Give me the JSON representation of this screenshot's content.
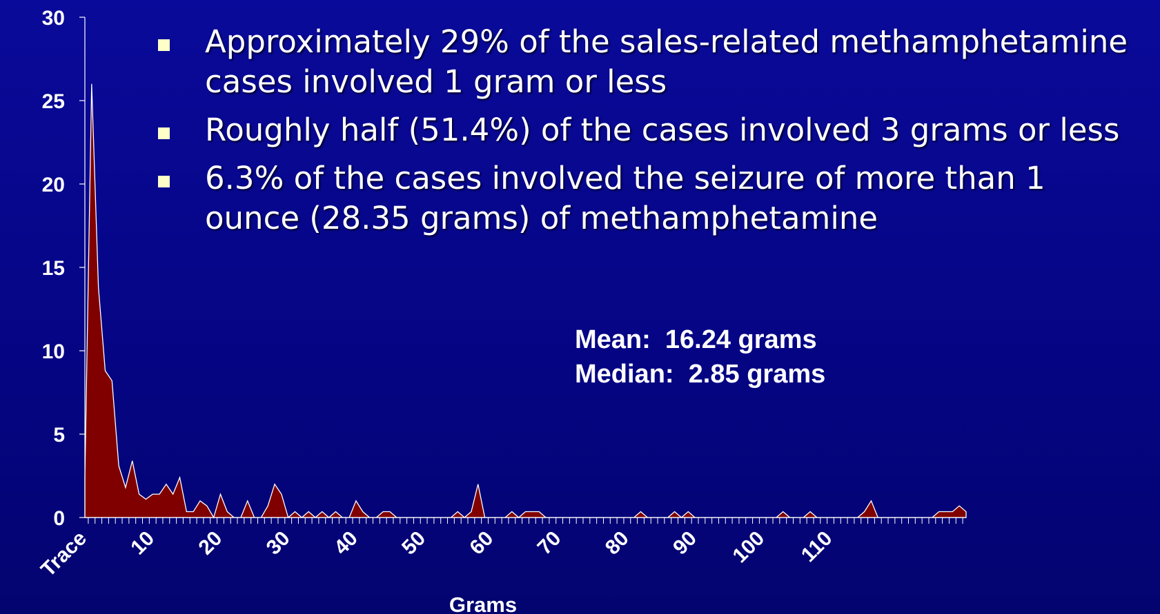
{
  "bullets": [
    "Approximately 29% of the sales-related methamphetamine cases  involved 1 gram or less",
    "Roughly half (51.4%) of the cases involved 3 grams or less",
    "6.3% of the cases involved the seizure of more than 1 ounce (28.35 grams) of methamphetamine"
  ],
  "stats": {
    "mean": "Mean:  16.24 grams",
    "median": "Median:  2.85 grams"
  },
  "colors": {
    "background": "#06068c",
    "area_fill": "#800000",
    "area_stroke": "#ffffff",
    "bullet": "#ffffc8"
  },
  "chart_data": {
    "type": "area",
    "xlabel": "Grams",
    "ylabel": "",
    "title": "",
    "ylim": [
      0,
      30
    ],
    "yticks": [
      0,
      5,
      10,
      15,
      20,
      25,
      30
    ],
    "xtick_labels": [
      "Trace",
      "10",
      "20",
      "30",
      "40",
      "50",
      "60",
      "70",
      "80",
      "90",
      "100",
      "110"
    ],
    "xtick_label_every": 10,
    "grid": false,
    "legend": "none",
    "values": [
      2.4,
      26.0,
      13.8,
      8.8,
      8.2,
      3.1,
      1.8,
      3.4,
      1.4,
      1.1,
      1.4,
      1.4,
      2.0,
      1.4,
      2.4,
      0.35,
      0.35,
      1.0,
      0.7,
      0,
      1.4,
      0.35,
      0,
      0,
      1.0,
      0,
      0,
      0.7,
      2.0,
      1.4,
      0,
      0.35,
      0,
      0.35,
      0,
      0.35,
      0,
      0.35,
      0,
      0,
      1.0,
      0.35,
      0,
      0,
      0.35,
      0.35,
      0,
      0,
      0,
      0,
      0,
      0,
      0,
      0,
      0,
      0.35,
      0,
      0.35,
      2.0,
      0,
      0,
      0,
      0,
      0.35,
      0,
      0.35,
      0.35,
      0.35,
      0,
      0,
      0,
      0,
      0,
      0,
      0,
      0,
      0,
      0,
      0,
      0,
      0,
      0,
      0.35,
      0,
      0,
      0,
      0,
      0.35,
      0,
      0.35,
      0,
      0,
      0,
      0,
      0,
      0,
      0,
      0,
      0,
      0,
      0,
      0,
      0,
      0.35,
      0,
      0,
      0,
      0.35,
      0,
      0,
      0,
      0,
      0,
      0,
      0,
      0.35,
      1.0,
      0,
      0,
      0,
      0,
      0,
      0,
      0,
      0,
      0,
      0.35,
      0.35,
      0.35,
      0.7,
      0.35
    ]
  }
}
